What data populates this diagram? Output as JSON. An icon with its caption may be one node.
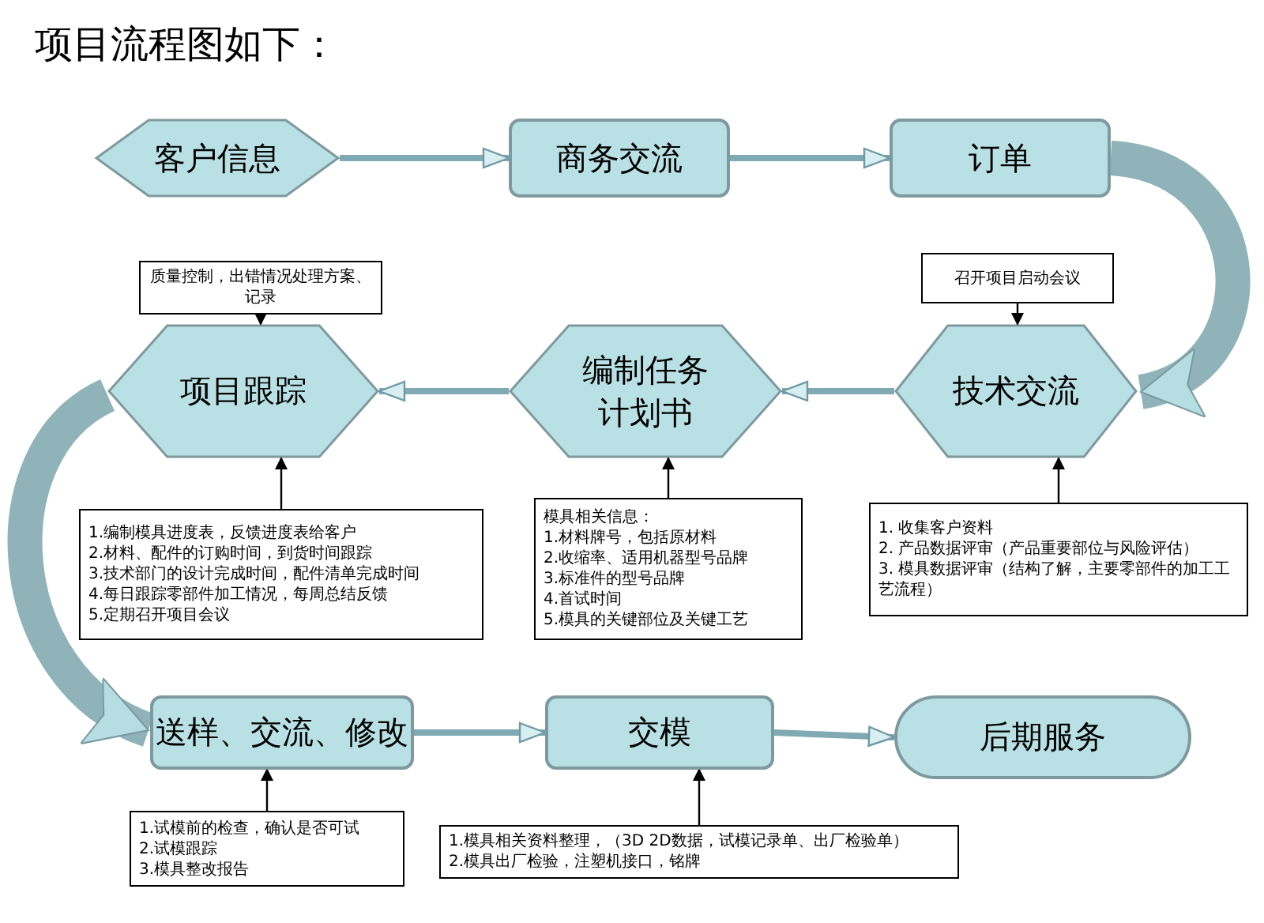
{
  "diagram": {
    "title": "项目流程图如下：",
    "nodes": [
      {
        "text": [
          "客户信息"
        ]
      },
      {
        "text": [
          "商务交流"
        ]
      },
      {
        "text": [
          "订单"
        ]
      },
      {
        "text": [
          "召开项目启动会议"
        ]
      },
      {
        "text": [
          "技术交流"
        ]
      },
      {
        "text": [
          "1. 收集客户资料",
          "2. 产品数据评审（产品重要部位与风险评估）",
          "3. 模具数据评审（结构了解，主要零部件的加工工艺流程）"
        ]
      },
      {
        "text": [
          "编制任务计划书"
        ]
      },
      {
        "text": [
          "模具相关信息：",
          "1.材料牌号，包括原材料",
          "2.收缩率、适用机器型号品牌",
          "3.标准件的型号品牌",
          "4.首试时间",
          "5.模具的关键部位及关键工艺"
        ]
      },
      {
        "text": [
          "项目跟踪"
        ]
      },
      {
        "text": [
          "质量控制，出错情况处理方案、记录"
        ]
      },
      {
        "text": [
          "1.编制模具进度表，反馈进度表给客户",
          "2.材料、配件的订购时间，到货时间跟踪",
          "3.技术部门的设计完成时间，配件清单完成时间",
          "4.每日跟踪零部件加工情况，每周总结反馈",
          "5.定期召开项目会议"
        ]
      },
      {
        "text": [
          "送样、交流、修改"
        ]
      },
      {
        "text": [
          "1.试模前的检查，确认是否可试",
          "2.试模跟踪",
          "3.模具整改报告"
        ]
      },
      {
        "text": [
          "交模"
        ]
      },
      {
        "text": [
          "1.模具相关资料整理，（3D 2D数据，试模记录单、出厂检验单）",
          "2.模具出厂检验，注塑机接口，铭牌"
        ]
      },
      {
        "text": [
          "后期服务"
        ]
      }
    ],
    "edges": [
      {
        "from": 0,
        "to": 1,
        "arrow": "to",
        "color": "#7fa9b3"
      },
      {
        "from": 1,
        "to": 2,
        "arrow": "to",
        "color": "#7fa9b3"
      },
      {
        "from": 2,
        "to": 4,
        "arrow": "to",
        "style": "thick",
        "color": "#8fb3b8"
      },
      {
        "from": 3,
        "to": 4,
        "arrow": "to"
      },
      {
        "from": 5,
        "to": 4,
        "arrow": "to"
      },
      {
        "from": 4,
        "to": 6,
        "arrow": "to",
        "color": "#7fa9b3"
      },
      {
        "from": 7,
        "to": 6,
        "arrow": "to"
      },
      {
        "from": 6,
        "to": 8,
        "arrow": "to",
        "color": "#7fa9b3"
      },
      {
        "from": 9,
        "to": 8,
        "arrow": "to"
      },
      {
        "from": 10,
        "to": 8,
        "arrow": "to"
      },
      {
        "from": 8,
        "to": 11,
        "arrow": "to",
        "style": "thick",
        "color": "#8fb3b8"
      },
      {
        "from": 12,
        "to": 11,
        "arrow": "to"
      },
      {
        "from": 11,
        "to": 13,
        "arrow": "to",
        "color": "#7fa9b3"
      },
      {
        "from": 14,
        "to": 13,
        "arrow": "to"
      },
      {
        "from": 13,
        "to": 15,
        "arrow": "to",
        "color": "#7fa9b3"
      }
    ]
  }
}
